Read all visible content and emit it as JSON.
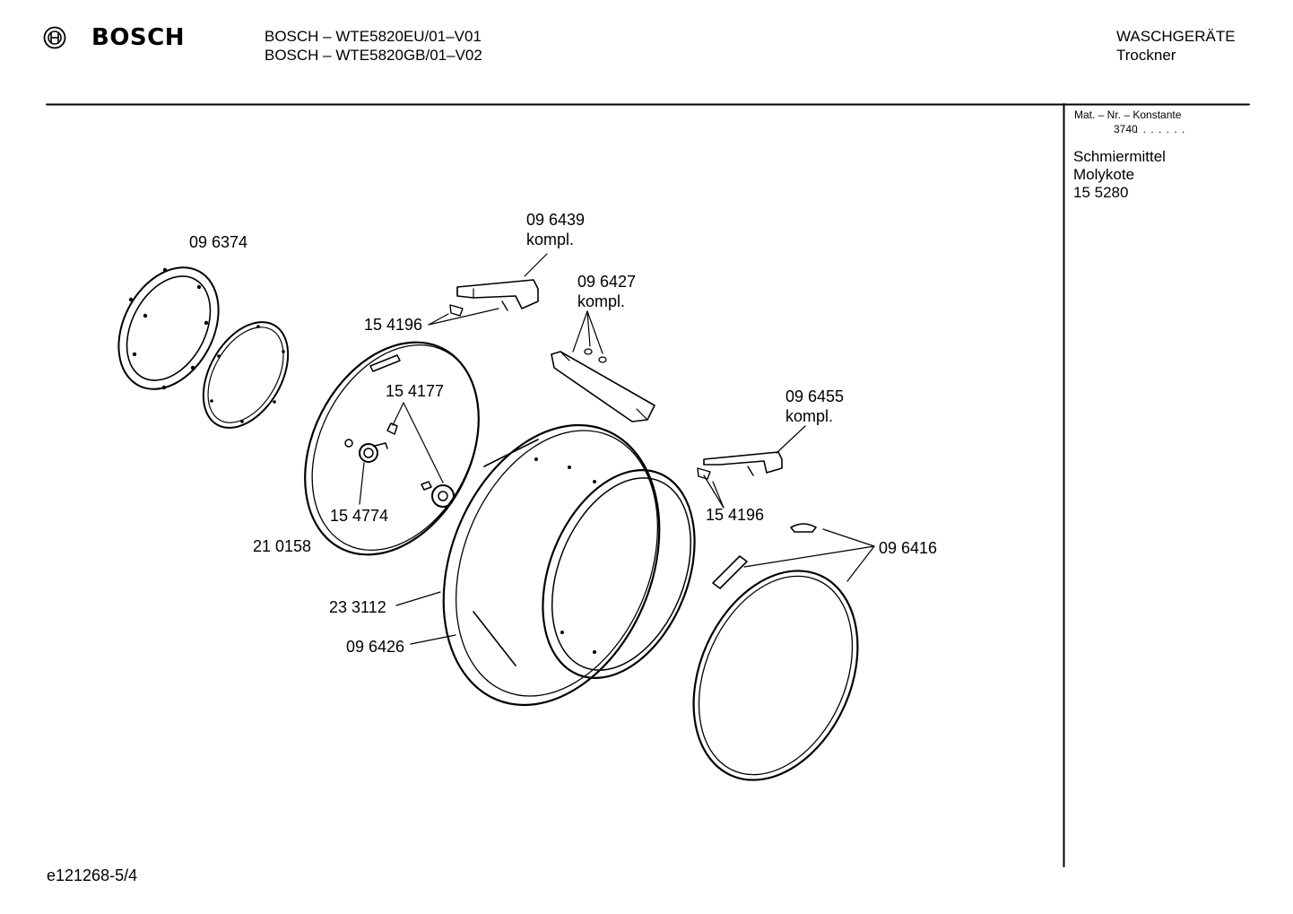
{
  "header": {
    "brand": "BOSCH",
    "logo_icon": "bosch-armature-logo-icon",
    "model_line_1": "BOSCH – WTE5820EU/01–V01",
    "model_line_2": "BOSCH – WTE5820GB/01–V02",
    "category": "WASCHGERÄTE",
    "subcategory": "Trockner"
  },
  "sidebar": {
    "mat_header": "Mat. – Nr. – Konstante",
    "mat_code": "3740",
    "mat_dots": ". . .   . . . .",
    "lubricant_line_1": "Schmiermittel",
    "lubricant_line_2": "Molykote",
    "lubricant_number": "15 5280"
  },
  "parts": {
    "p096374": "09 6374",
    "p096439": "09 6439",
    "p096439_note": "kompl.",
    "p154196_top": "15 4196",
    "p096427": "09 6427",
    "p096427_note": "kompl.",
    "p154177": "15 4177",
    "p154774": "15 4774",
    "p210158": "21 0158",
    "p096455": "09 6455",
    "p096455_note": "kompl.",
    "p154196_right": "15 4196",
    "p096416": "09 6416",
    "p233112": "23 3112",
    "p096426": "09 6426"
  },
  "footer": {
    "document_id": "e121268-5/4"
  }
}
